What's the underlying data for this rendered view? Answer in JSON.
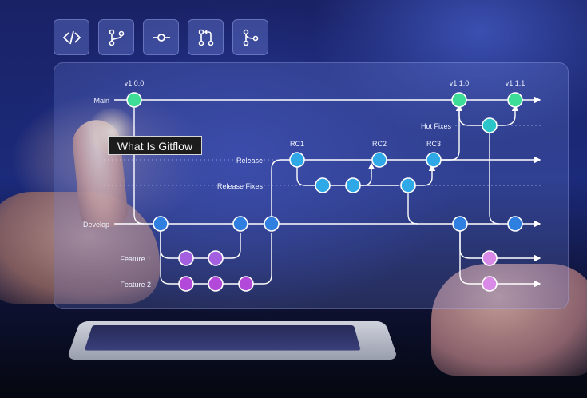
{
  "toolbar": {
    "buttons": [
      {
        "icon": "code-icon"
      },
      {
        "icon": "branch-icon"
      },
      {
        "icon": "commit-icon"
      },
      {
        "icon": "pull-request-icon"
      },
      {
        "icon": "merge-icon"
      }
    ]
  },
  "tooltip": {
    "text": "What Is Gitflow"
  },
  "diagram": {
    "lanes": {
      "main": "Main",
      "hot_fixes": "Hot Fixes",
      "release": "Release",
      "release_fixes": "Release Fixes",
      "develop": "Develop",
      "feature_1": "Feature 1",
      "feature_2": "Feature 2"
    },
    "tags": {
      "v100": "v1.0.0",
      "v110": "v1.1.0",
      "v111": "v1.1.1",
      "rc1": "RC1",
      "rc2": "RC2",
      "rc3": "RC3"
    },
    "colors": {
      "main": "#3ddc97",
      "release": "#2fa8e8",
      "develop": "#2f7fe0",
      "feature": "#a45ee0",
      "feature2": "#b349d8",
      "hotfix": "#2bc4c9",
      "hotfix_feature": "#d98ae6"
    }
  }
}
